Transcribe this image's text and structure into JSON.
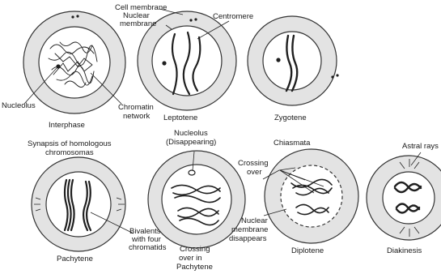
{
  "labels": {
    "cell_membrane": "Cell membrane",
    "nuclear_membrane": "Nuclear membrane",
    "centromere": "Centromere",
    "nucleolus": "Nucleolus",
    "interphase": "Interphase",
    "chromatin_network": "Chromatin network",
    "leptotene": "Leptotene",
    "zygotene": "Zygotene",
    "synapsis": "Synapsis of homologous chromosomas",
    "nucleolus_disappearing": "Nucleolus (Disappearing)",
    "chiasmata": "Chiasmata",
    "crossing_over": "Crossing over",
    "astral_rays": "Astral rays",
    "pachytene": "Pachytene",
    "bivalents": "Bivalents with four chromatids",
    "crossing_over_in_pachytene": "Crossing over in Pachytene",
    "nuclear_membrane_disappears": "Nuclear membrane disappears",
    "diplotene": "Diplotene",
    "diakinesis": "Diakinesis"
  },
  "colors": {
    "ring": "#e3e3e3",
    "ink": "#1f1f1f",
    "background": "#ffffff"
  }
}
